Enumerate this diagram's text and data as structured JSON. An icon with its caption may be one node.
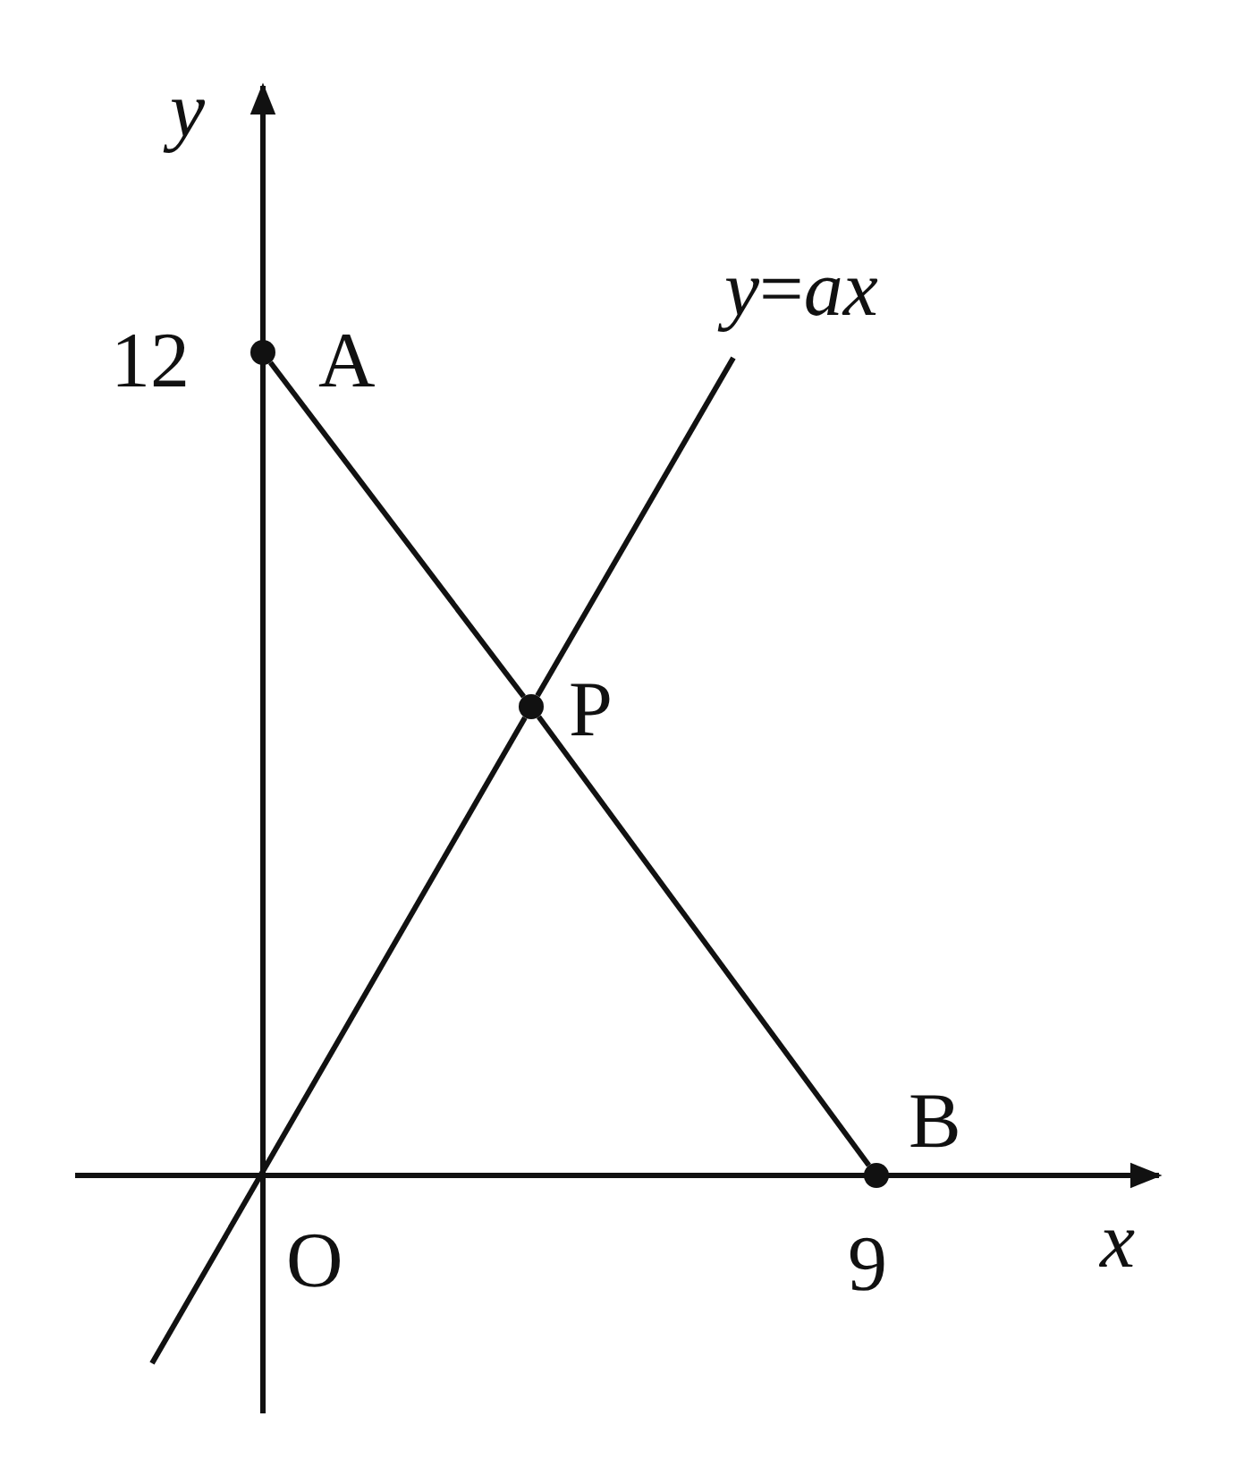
{
  "diagram": {
    "nodes": [
      {
        "text": [
          "A"
        ]
      },
      {
        "text": [
          "P"
        ]
      },
      {
        "text": [
          "B"
        ]
      }
    ],
    "edges": [
      {
        "from": 0,
        "to": 1,
        "arrow": "none"
      },
      {
        "from": 1,
        "to": 2,
        "arrow": "none"
      },
      {
        "from": null,
        "to": 1,
        "arrow": "none"
      },
      {
        "from": 1,
        "to": null,
        "arrow": "none"
      }
    ],
    "labels": [
      "y",
      "*y*=*ax*",
      "12",
      "O",
      "9",
      "x"
    ]
  }
}
